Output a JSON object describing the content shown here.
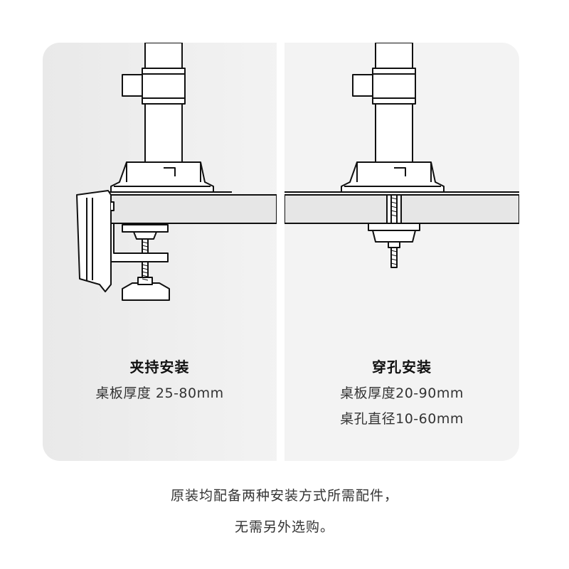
{
  "left_panel": {
    "title": "夹持安装",
    "spec": "桌板厚度 25-80mm"
  },
  "right_panel": {
    "title": "穿孔安装",
    "spec1": "桌板厚度20-90mm",
    "spec2": "桌孔直径10-60mm"
  },
  "footer": {
    "line1": "原装均配备两种安装方式所需配件，",
    "line2": "无需另外选购。"
  },
  "colors": {
    "panel_bg": "#f0f0f0",
    "desk_fill": "#e6e6e6",
    "stroke": "#111111"
  }
}
